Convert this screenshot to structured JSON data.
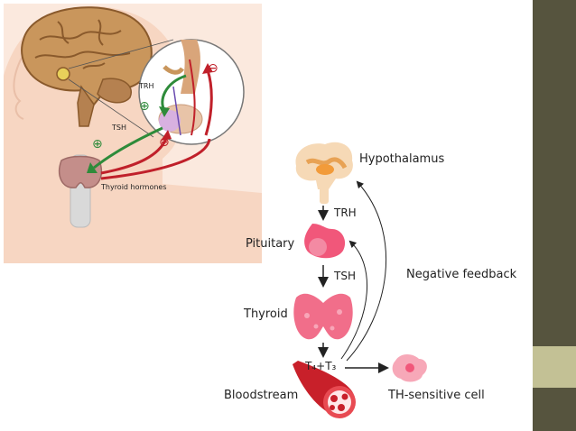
{
  "illustration": {
    "trh": "TRH",
    "tsh": "TSH",
    "thyroid_hormones": "Thyroid hormones",
    "plus": "⊕",
    "minus": "⊖"
  },
  "flowchart": {
    "hypothalamus": "Hypothalamus",
    "trh": "TRH",
    "pituitary": "Pituitary",
    "tsh": "TSH",
    "thyroid": "Thyroid",
    "t4t3": "T₄+T₃",
    "bloodstream": "Bloodstream",
    "negative_feedback": "Negative feedback",
    "th_sensitive_cell": "TH-sensitive cell"
  },
  "colors": {
    "sidebar": "#56543e",
    "sidebar_tab": "#c3c195",
    "brain": "#c9965c",
    "green_arrow": "#2e8b3a",
    "red_arrow": "#c0202a",
    "pink_organ": "#f1577a",
    "blood_red": "#c8202a"
  }
}
